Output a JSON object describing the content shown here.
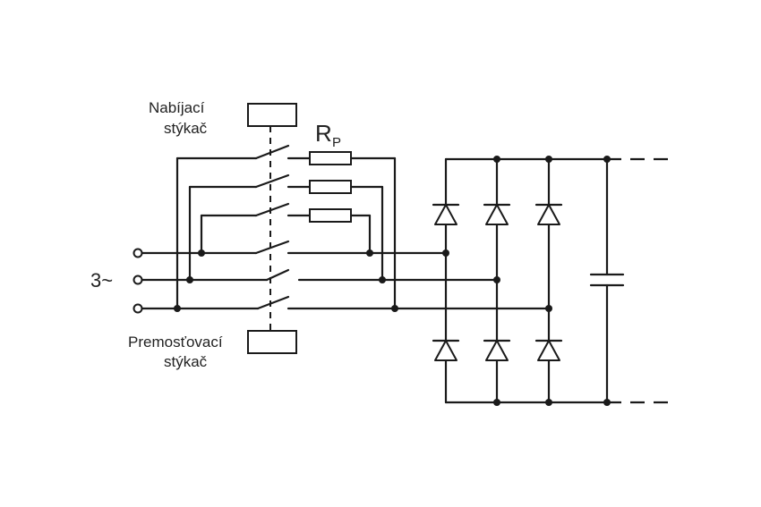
{
  "labels": {
    "charging_contactor_line1": "Nabíjací",
    "charging_contactor_line2": "stýkač",
    "bypass_contactor_line1": "Premosťovací",
    "bypass_contactor_line2": "stýkač",
    "resistor_main": "R",
    "resistor_sub": "P",
    "phase_input": "3~"
  }
}
